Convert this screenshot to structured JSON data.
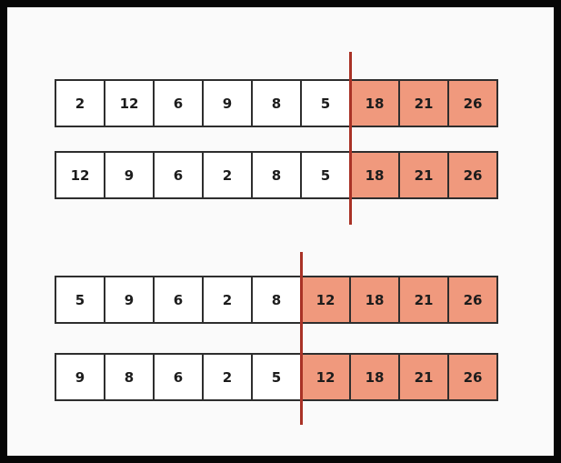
{
  "colors": {
    "highlight": "#f0997d",
    "divider": "#a93226",
    "cell_border": "#2e2e2e",
    "background": "#fafafa",
    "frame": "#070707"
  },
  "groups": [
    {
      "divider_after_index": 6,
      "rows": [
        {
          "cells": [
            {
              "value": "2",
              "highlighted": false
            },
            {
              "value": "12",
              "highlighted": false
            },
            {
              "value": "6",
              "highlighted": false
            },
            {
              "value": "9",
              "highlighted": false
            },
            {
              "value": "8",
              "highlighted": false
            },
            {
              "value": "5",
              "highlighted": false
            },
            {
              "value": "18",
              "highlighted": true
            },
            {
              "value": "21",
              "highlighted": true
            },
            {
              "value": "26",
              "highlighted": true
            }
          ]
        },
        {
          "cells": [
            {
              "value": "12",
              "highlighted": false
            },
            {
              "value": "9",
              "highlighted": false
            },
            {
              "value": "6",
              "highlighted": false
            },
            {
              "value": "2",
              "highlighted": false
            },
            {
              "value": "8",
              "highlighted": false
            },
            {
              "value": "5",
              "highlighted": false
            },
            {
              "value": "18",
              "highlighted": true
            },
            {
              "value": "21",
              "highlighted": true
            },
            {
              "value": "26",
              "highlighted": true
            }
          ]
        }
      ]
    },
    {
      "divider_after_index": 5,
      "rows": [
        {
          "cells": [
            {
              "value": "5",
              "highlighted": false
            },
            {
              "value": "9",
              "highlighted": false
            },
            {
              "value": "6",
              "highlighted": false
            },
            {
              "value": "2",
              "highlighted": false
            },
            {
              "value": "8",
              "highlighted": false
            },
            {
              "value": "12",
              "highlighted": true
            },
            {
              "value": "18",
              "highlighted": true
            },
            {
              "value": "21",
              "highlighted": true
            },
            {
              "value": "26",
              "highlighted": true
            }
          ]
        },
        {
          "cells": [
            {
              "value": "9",
              "highlighted": false
            },
            {
              "value": "8",
              "highlighted": false
            },
            {
              "value": "6",
              "highlighted": false
            },
            {
              "value": "2",
              "highlighted": false
            },
            {
              "value": "5",
              "highlighted": false
            },
            {
              "value": "12",
              "highlighted": true
            },
            {
              "value": "18",
              "highlighted": true
            },
            {
              "value": "21",
              "highlighted": true
            },
            {
              "value": "26",
              "highlighted": true
            }
          ]
        }
      ]
    }
  ]
}
